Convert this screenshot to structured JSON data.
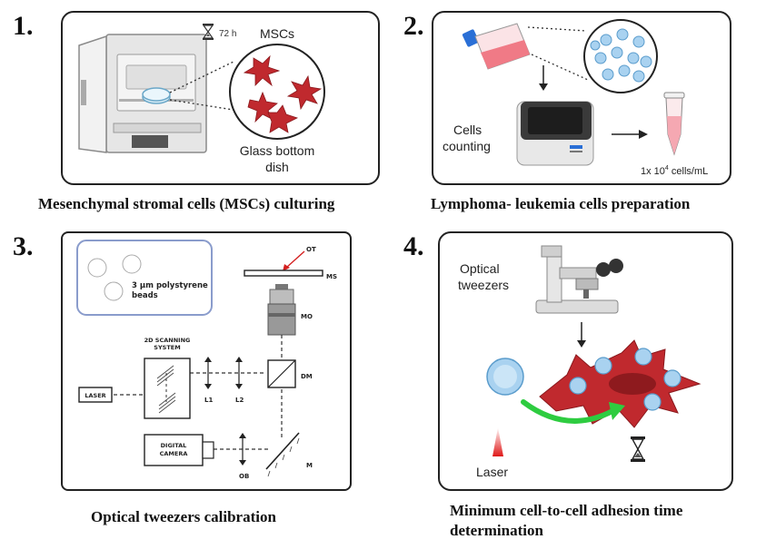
{
  "panel1": {
    "number": "1.",
    "timer_label": "72 h",
    "cells_label": "MSCs",
    "dish_label_line1": "Glass bottom",
    "dish_label_line2": "dish",
    "caption": "Mesenchymal stromal cells (MSCs) culturing"
  },
  "panel2": {
    "number": "2.",
    "counting_line1": "Cells",
    "counting_line2": "counting",
    "concentration_prefix": "1x 10",
    "concentration_exp": "4",
    "concentration_suffix": " cells/mL",
    "caption": "Lymphoma- leukemia cells preparation"
  },
  "panel3": {
    "number": "3.",
    "beads_line1": "3 µm polystyrene",
    "beads_line2": "beads",
    "ot": "OT",
    "ms": "MS",
    "mo": "MO",
    "scan_line1": "2D SCANNING",
    "scan_line2": "SYSTEM",
    "laser": "LASER",
    "l1": "L1",
    "l2": "L2",
    "dm": "DM",
    "camera_line1": "DIGITAL",
    "camera_line2": "CAMERA",
    "ob": "OB",
    "m": "M",
    "caption": "Optical tweezers calibration"
  },
  "panel4": {
    "number": "4.",
    "tweezers_line1": "Optical",
    "tweezers_line2": "tweezers",
    "laser_label": "Laser",
    "caption_line1": "Minimum cell-to-cell adhesion time",
    "caption_line2": "determination"
  },
  "colors": {
    "msc_red": "#c0292e",
    "flask_pink": "#f07a86",
    "bead_blue": "#a9d2f0",
    "arrow_green": "#2ecc40",
    "laser_red": "#e01818"
  },
  "icons": [
    "hourglass-icon",
    "incubator-icon",
    "flask-icon",
    "cell-counter-icon",
    "tube-icon",
    "microscope-icon"
  ]
}
